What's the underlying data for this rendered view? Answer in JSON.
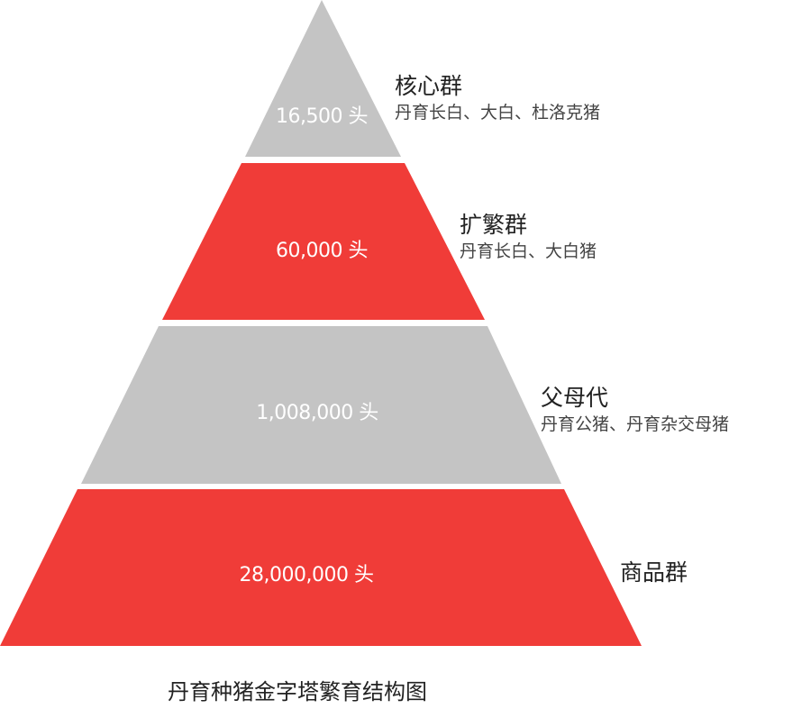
{
  "colors": {
    "gray": "#c4c4c4",
    "red": "#f03c38"
  },
  "layers": [
    {
      "count": "16,500 头",
      "name": "核心群",
      "desc": "丹育长白、大白、杜洛克猪",
      "color": "gray"
    },
    {
      "count": "60,000 头",
      "name": "扩繁群",
      "desc": "丹育长白、大白猪",
      "color": "red"
    },
    {
      "count": "1,008,000 头",
      "name": "父母代",
      "desc": "丹育公猪、丹育杂交母猪",
      "color": "gray"
    },
    {
      "count": "28,000,000 头",
      "name": "商品群",
      "color": "red"
    }
  ],
  "caption": "丹育种猪金字塔繁育结构图"
}
